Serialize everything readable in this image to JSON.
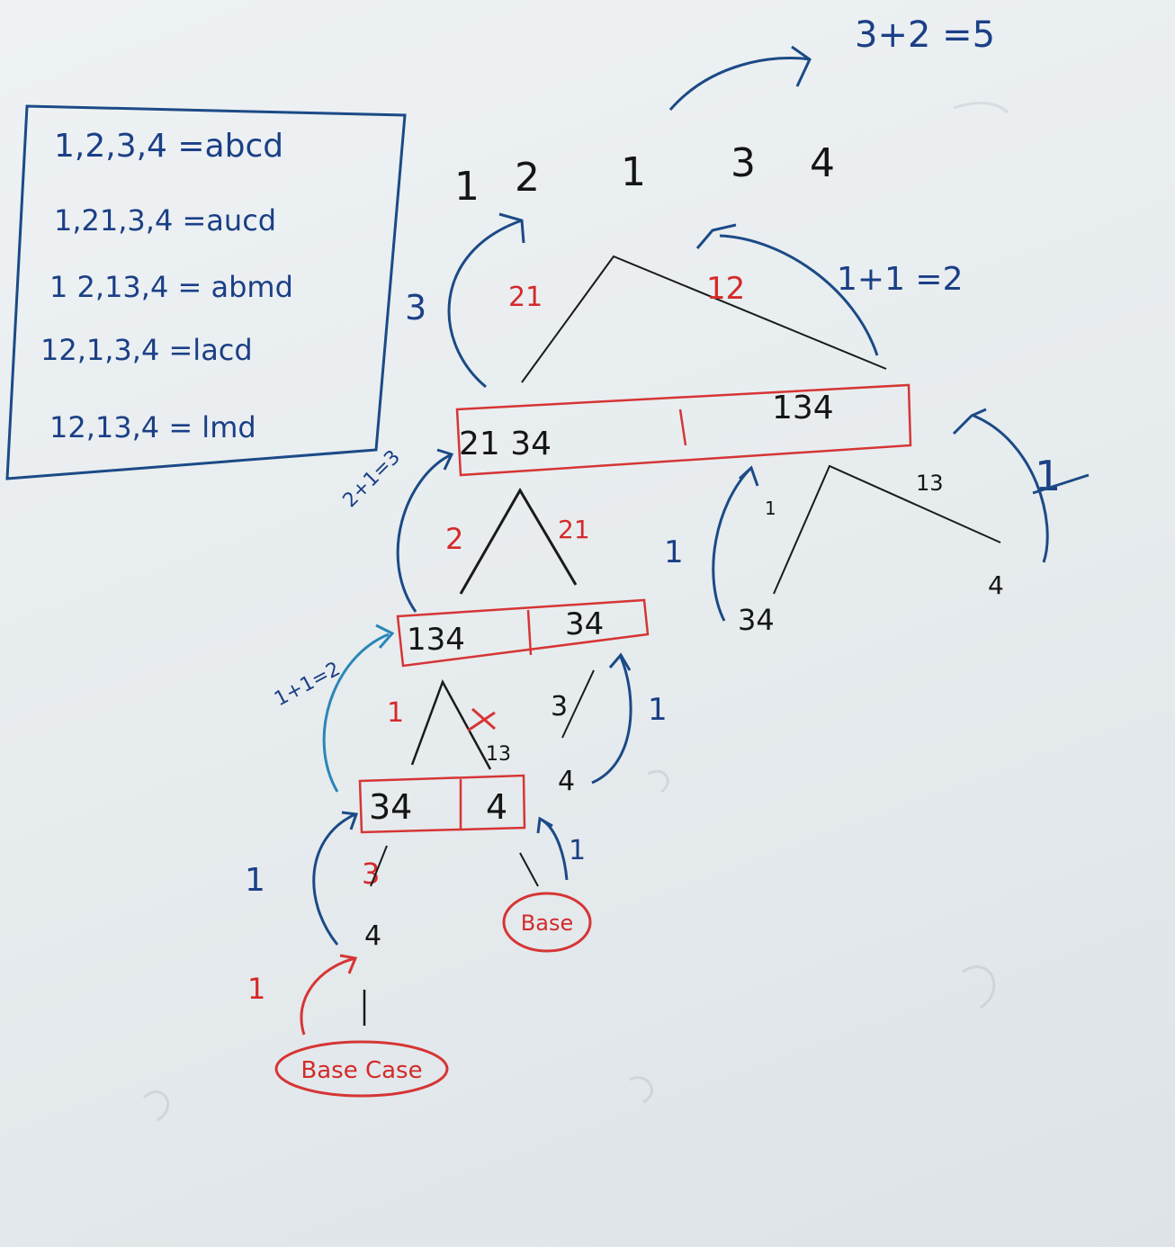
{
  "legend": {
    "rows": [
      "1,2,3,4 =abcd",
      "1,21,3,4 =aucd",
      "1 2,13,4 = abmd",
      "12,1,3,4 =lacd",
      "12,13,4 = lmd"
    ]
  },
  "top": {
    "sum": "3+2 =5",
    "digits": [
      "1",
      "2",
      "1",
      "3",
      "4"
    ],
    "left_count": "3",
    "branch_left": "21",
    "branch_right": "12",
    "right_sum": "1+1 =2"
  },
  "level1": {
    "left_cell": "21 34",
    "right_cell": "134",
    "left_sum": "2+1=3",
    "branch_left": "2",
    "branch_right": "21",
    "right_subtree": {
      "mark": "1",
      "count": "1",
      "child_left_label": "1",
      "child_right_label": "13",
      "leaf_left": "34",
      "leaf_right": "4"
    }
  },
  "level2": {
    "left_cell": "134",
    "right_cell": "34",
    "left_sum": "1+1=2",
    "branch_left": "1",
    "branch_right": "13",
    "right_path": "3",
    "right_leaf": "4",
    "right_count": "1"
  },
  "level3": {
    "left_cell": "34",
    "right_cell": "4",
    "left_count": "1",
    "left_path": "3",
    "left_leaf": "4",
    "right_count": "1"
  },
  "base": {
    "left_count": "1",
    "left_label": "Base Case",
    "right_label": "Base"
  }
}
